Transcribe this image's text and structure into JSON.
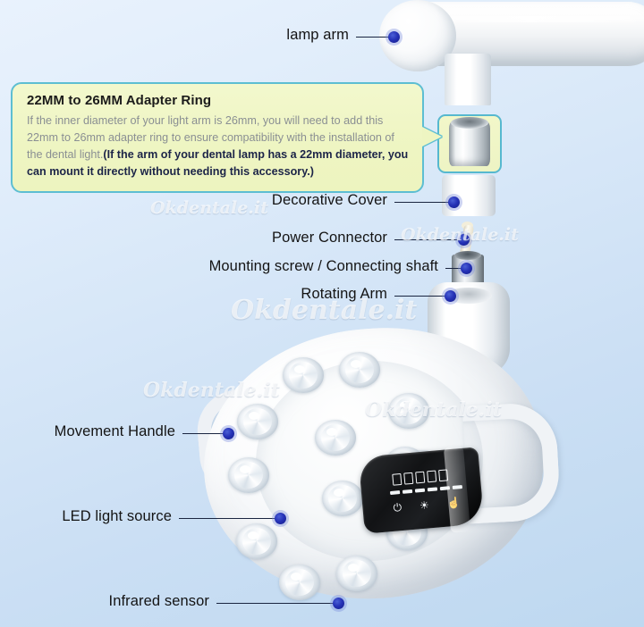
{
  "background": {
    "top_color": "#e9f2fd",
    "bottom_color": "#bed8f0"
  },
  "callout": {
    "title": "22MM to 26MM Adapter Ring",
    "body_normal": "If the inner diameter of your light arm is 26mm, you will need to add  this 22mm to 26mm adapter ring to ensure compatibility with the installation of the dental light.",
    "body_bold": "(If the arm of your dental lamp has a 22mm diameter, you can mount it directly without needing this accessory.)",
    "border_color": "#5dbed2",
    "fill_color": "#eef5c2"
  },
  "labels": [
    {
      "id": "lamp-arm",
      "text": "lamp arm"
    },
    {
      "id": "decorative-cover",
      "text": "Decorative Cover"
    },
    {
      "id": "power-connector",
      "text": "Power Connector"
    },
    {
      "id": "mounting-screw",
      "text": "Mounting screw / Connecting shaft"
    },
    {
      "id": "rotating-arm",
      "text": "Rotating Arm"
    },
    {
      "id": "movement-handle",
      "text": "Movement Handle"
    },
    {
      "id": "led-light-source",
      "text": "LED light source"
    },
    {
      "id": "infrared-sensor",
      "text": "Infrared sensor"
    }
  ],
  "marker_color": "#2430b5",
  "control_panel": {
    "segment_count": 5,
    "bar_count": 6,
    "icons": [
      {
        "name": "power-icon",
        "glyph": "⏻"
      },
      {
        "name": "brightness-icon",
        "glyph": "☀"
      },
      {
        "name": "sensor-hand-icon",
        "glyph": "☝"
      }
    ]
  },
  "watermarks": [
    {
      "text": "Okdentale.it",
      "size": 19
    },
    {
      "text": "Okdentale.it",
      "size": 19
    },
    {
      "text": "Okdentale.it",
      "size": 30
    },
    {
      "text": "Okdentale.it",
      "size": 22
    },
    {
      "text": "Okdentale.it",
      "size": 22
    }
  ]
}
